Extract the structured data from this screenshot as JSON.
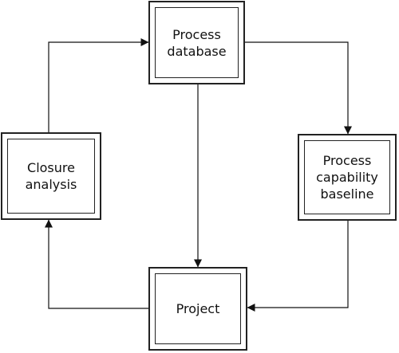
{
  "diagram": {
    "nodes": {
      "process_database": {
        "label": "Process\ndatabase"
      },
      "process_capability_baseline": {
        "label": "Process\ncapability\nbaseline"
      },
      "project": {
        "label": "Project"
      },
      "closure_analysis": {
        "label": "Closure\nanalysis"
      }
    },
    "edges": [
      {
        "from": "process_database",
        "to": "process_capability_baseline"
      },
      {
        "from": "process_database",
        "to": "project"
      },
      {
        "from": "process_capability_baseline",
        "to": "project"
      },
      {
        "from": "project",
        "to": "closure_analysis"
      },
      {
        "from": "closure_analysis",
        "to": "process_database"
      }
    ]
  }
}
